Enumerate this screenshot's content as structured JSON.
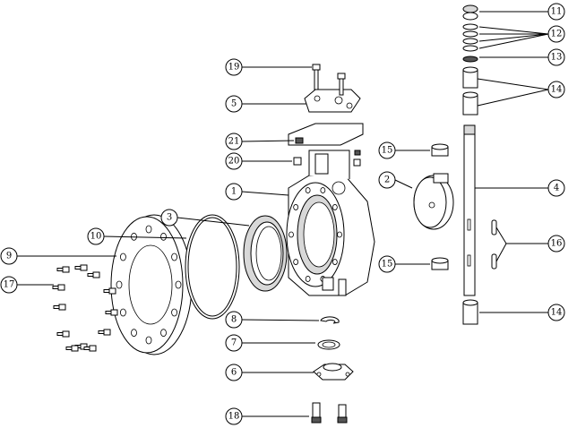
{
  "callouts": [
    {
      "id": "c1",
      "label": "1"
    },
    {
      "id": "c2",
      "label": "2"
    },
    {
      "id": "c3",
      "label": "3"
    },
    {
      "id": "c4",
      "label": "4"
    },
    {
      "id": "c5",
      "label": "5"
    },
    {
      "id": "c6",
      "label": "6"
    },
    {
      "id": "c7",
      "label": "7"
    },
    {
      "id": "c8",
      "label": "8"
    },
    {
      "id": "c9",
      "label": "9"
    },
    {
      "id": "c10",
      "label": "10"
    },
    {
      "id": "c11",
      "label": "11"
    },
    {
      "id": "c12",
      "label": "12"
    },
    {
      "id": "c13",
      "label": "13"
    },
    {
      "id": "c14a",
      "label": "14"
    },
    {
      "id": "c14b",
      "label": "14"
    },
    {
      "id": "c15a",
      "label": "15"
    },
    {
      "id": "c15b",
      "label": "15"
    },
    {
      "id": "c16",
      "label": "16"
    },
    {
      "id": "c17",
      "label": "17"
    },
    {
      "id": "c18",
      "label": "18"
    },
    {
      "id": "c19",
      "label": "19"
    },
    {
      "id": "c20",
      "label": "20"
    },
    {
      "id": "c21",
      "label": "21"
    }
  ]
}
